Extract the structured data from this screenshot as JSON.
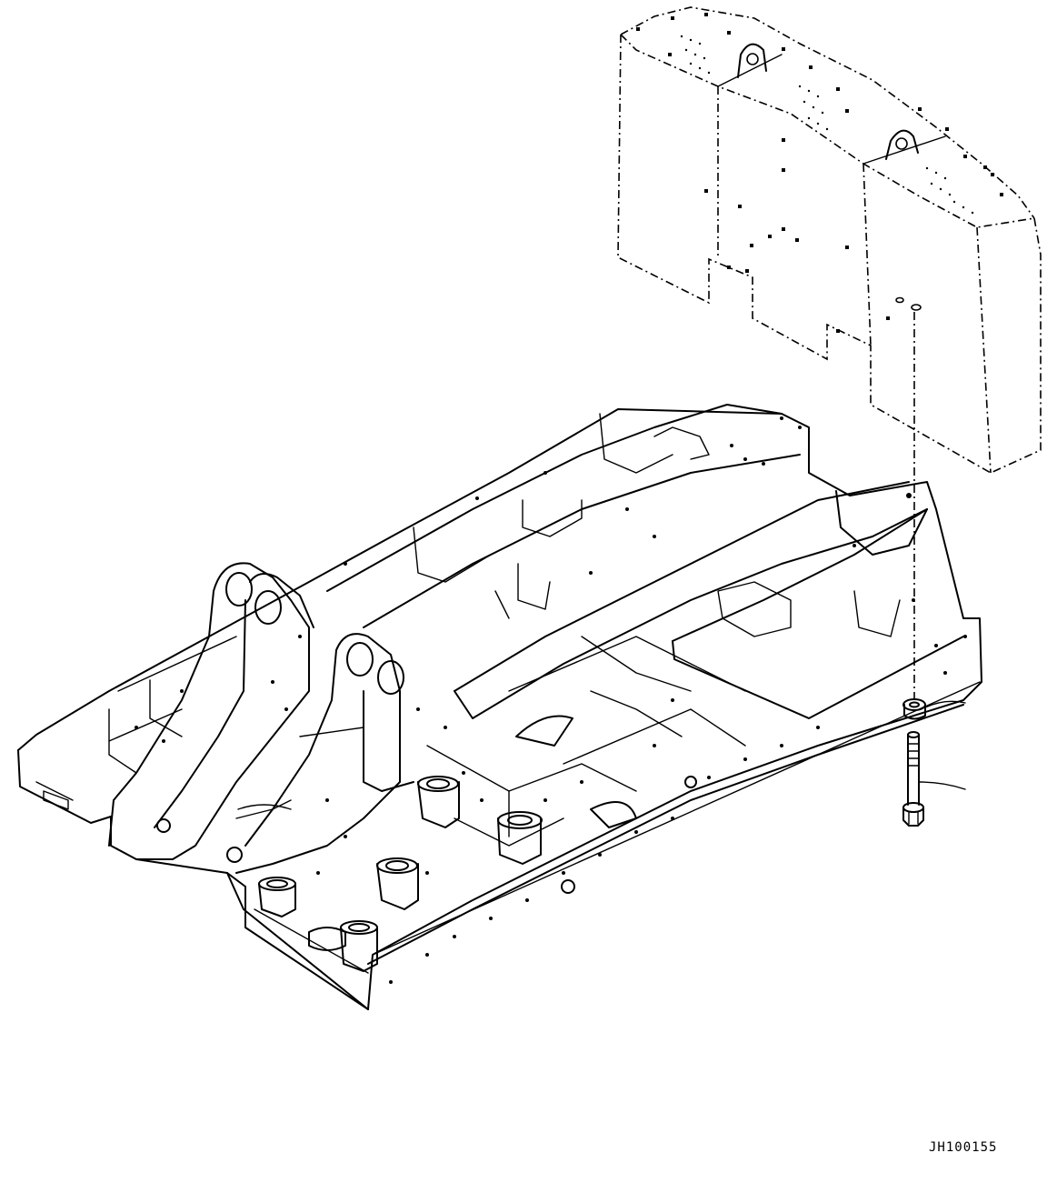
{
  "drawing": {
    "code": "JH100155"
  },
  "parts": [
    {
      "name": "counterweight-icon",
      "style": "dash-dot outline"
    },
    {
      "name": "revolving-frame-icon",
      "style": "solid outline"
    },
    {
      "name": "washer-icon",
      "style": "solid outline"
    },
    {
      "name": "bolt-icon",
      "style": "solid outline"
    }
  ],
  "colors": {
    "line": "#000000",
    "background": "#ffffff"
  }
}
